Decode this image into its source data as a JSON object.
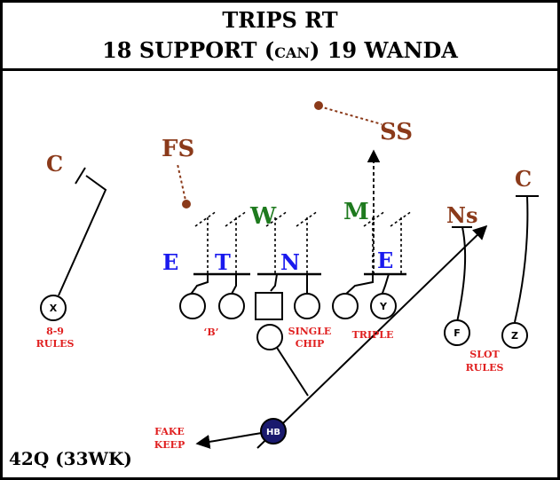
{
  "title": {
    "line1": "TRIPS RT",
    "line2_before": "18 SUPPORT (",
    "line2_small": "CAN",
    "line2_after": ") 19 WANDA"
  },
  "defense": {
    "c_left": "C",
    "fs": "FS",
    "ss": "SS",
    "w": "W",
    "m": "M",
    "ns": "Ns",
    "c_right": "C",
    "e_left": "E",
    "t": "T",
    "n": "N",
    "e_right": "E"
  },
  "offense": {
    "x": "X",
    "y": "Y",
    "f": "F",
    "z": "Z",
    "hb": "HB"
  },
  "notes": {
    "rules_89_line1": "8-9",
    "rules_89_line2": "RULES",
    "b_gap": "‘B’",
    "single_chip_line1": "SINGLE",
    "single_chip_line2": "CHIP",
    "triple": "TRIPLE",
    "slot_rules_line1": "SLOT",
    "slot_rules_line2": "RULES",
    "fake_keep_line1": "FAKE",
    "fake_keep_line2": "KEEP"
  },
  "footer": "42Q (33WK)",
  "colors": {
    "secondary": "#8b3a1a",
    "linebacker": "#1e7a1e",
    "dline": "#1a1aee",
    "note": "#e02020",
    "hb_fill": "#1a1a6e"
  }
}
